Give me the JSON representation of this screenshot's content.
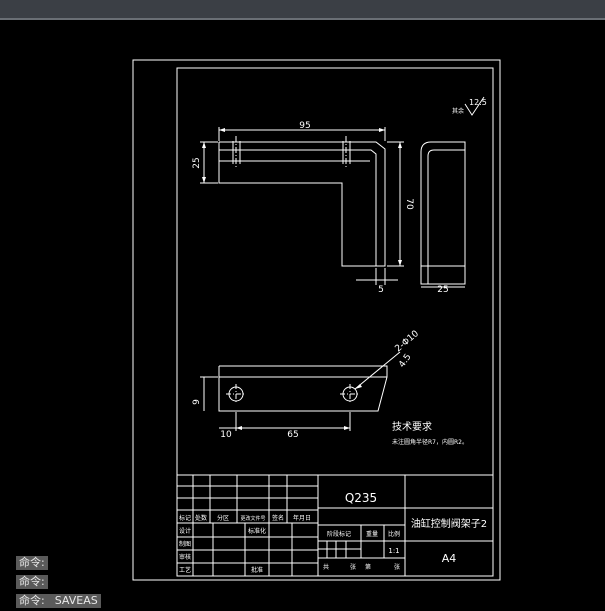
{
  "drawing": {
    "dims": {
      "top_length": "95",
      "left_height": "25",
      "right_height": "70",
      "thickness": "5",
      "side_width": "25",
      "hole_diameter": "2-Φ10",
      "hole_depth": "4.5",
      "bottom_height": "9",
      "hole_offset": "10",
      "hole_spacing": "65"
    },
    "roughness": {
      "value": "12.5",
      "label": "其余"
    },
    "tech_notes": {
      "title": "技术要求",
      "line1": "未注圆角半径R7，内圆R2。"
    },
    "title_block": {
      "material": "Q235",
      "part_name": "油缸控制阀架子2",
      "paper_size": "A4",
      "scale": "1:1",
      "row_labels": [
        "标记",
        "处数",
        "分区",
        "更改文件号",
        "签名",
        "年月日"
      ],
      "design_label": "设计",
      "standard_label": "标准化",
      "draw_label": "制图",
      "review_label": "审核",
      "process_label": "工艺",
      "approve_label": "批准",
      "stage_label": "阶段标记",
      "weight_label": "重量",
      "ratio_label": "比例",
      "total_label": "共",
      "sheet_label": "张",
      "page_label": "第",
      "page_suffix": "张"
    }
  },
  "command_line": {
    "line1": "命令:",
    "line2": "命令:",
    "line3_prompt": "命令:",
    "line3_value": "SAVEAS"
  }
}
